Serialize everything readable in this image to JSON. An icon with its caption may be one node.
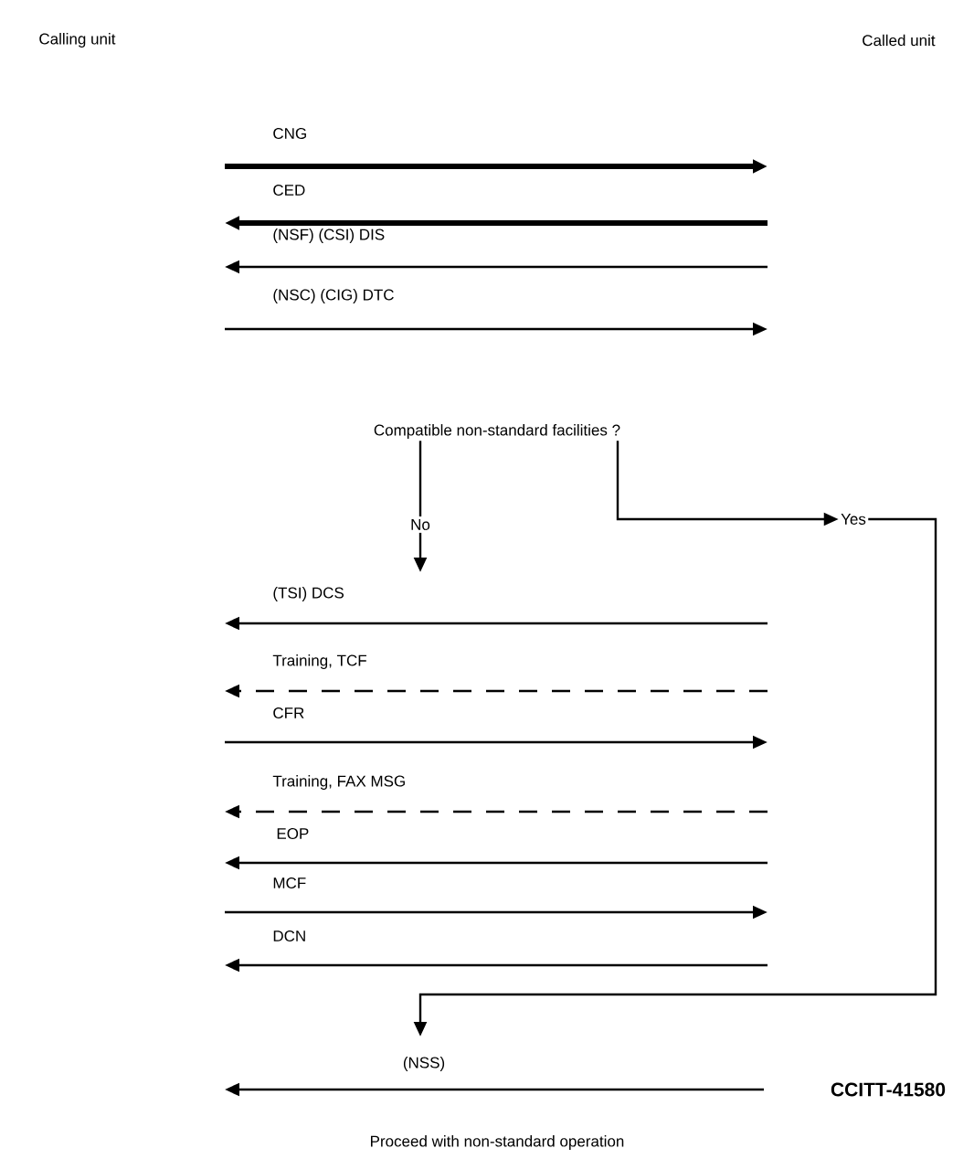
{
  "diagram": {
    "nodes": [
      {
        "text": [
          "Compatible non-standard facilities ?"
        ]
      },
      {
        "text": [
          "Yes"
        ]
      }
    ],
    "edges": [
      {
        "from": 0,
        "to": null,
        "arrow": "to",
        "label": "No"
      },
      {
        "from": 0,
        "to": 1,
        "arrow": "to"
      },
      {
        "from": 1,
        "to": null,
        "arrow": "to"
      }
    ],
    "labels": [
      "Calling unit",
      "Called unit",
      "CNG",
      "CED",
      "(NSF)  (CSI)  DIS",
      "(NSC)  (CIG)  DTC",
      "(TSI)  DCS",
      "Training, TCF",
      "CFR",
      "Training, FAX MSG",
      "EOP",
      "MCF",
      "DCN",
      "(NSS)",
      "CCITT-41580",
      "Proceed with non-standard operation"
    ]
  }
}
